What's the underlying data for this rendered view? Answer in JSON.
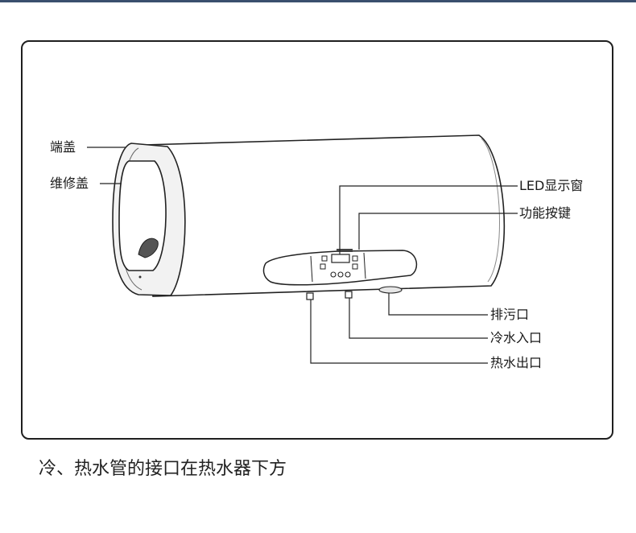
{
  "labels": {
    "end_cap": "端盖",
    "service_cover": "维修盖",
    "led_window": "LED显示窗",
    "function_keys": "功能按键",
    "drain_outlet": "排污口",
    "cold_water_inlet": "冷水入口",
    "hot_water_outlet": "热水出口"
  },
  "caption": "冷、热水管的接口在热水器下方"
}
